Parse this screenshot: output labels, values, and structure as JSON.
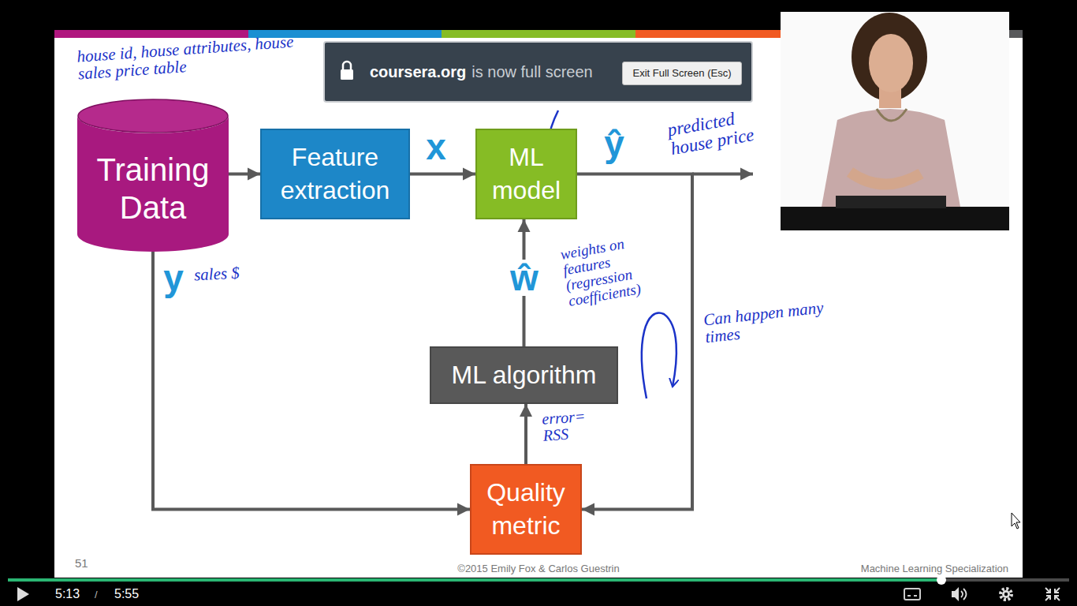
{
  "diagram": {
    "nodes": [
      {
        "text": [
          "coursera.org",
          "is now full screen"
        ]
      },
      {
        "text": [
          "Exit Full Screen (Esc)"
        ],
        "in": 0
      },
      {
        "text": [
          "Training Data"
        ]
      },
      {
        "text": [
          "Feature extraction"
        ]
      },
      {
        "text": [
          "ML model"
        ]
      },
      {
        "text": [
          "ML algorithm"
        ]
      },
      {
        "text": [
          "Quality metric"
        ]
      }
    ],
    "edges": [
      {
        "from": 2,
        "to": 3,
        "arrow": "to"
      },
      {
        "from": 3,
        "to": 4,
        "label": "x",
        "arrow": "to"
      },
      {
        "from": 4,
        "to": 6,
        "label": "ŷ",
        "arrow": "to"
      },
      {
        "from": 2,
        "to": 6,
        "label": "y",
        "arrow": "to"
      },
      {
        "from": 6,
        "to": 5,
        "arrow": "to"
      },
      {
        "from": 5,
        "to": 4,
        "label": "ŵ",
        "arrow": "to"
      }
    ],
    "labels": [
      "house id, house attributes, house sales price table",
      "sales $",
      "predicted house price",
      "weights on features (regression coefficients)",
      "Can happen many times",
      "error= RSS",
      "51",
      "©2015 Emily Fox & Carlos Guestrin",
      "Machine Learning Specialization",
      "5:13",
      "/",
      "5:55"
    ]
  }
}
